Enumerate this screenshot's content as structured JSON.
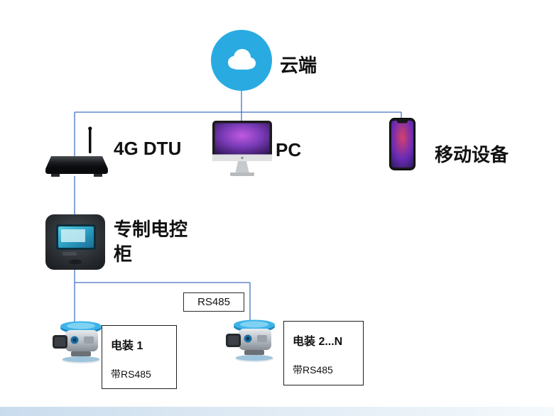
{
  "diagram": {
    "cloud": {
      "label": "云端",
      "icon": "cloud-icon"
    },
    "nodes": {
      "dtu": {
        "label": "4G DTU",
        "icon": "router-icon"
      },
      "pc": {
        "label": "PC",
        "icon": "imac-icon"
      },
      "mobile": {
        "label": "移动设备",
        "icon": "smartphone-icon"
      },
      "cabinet": {
        "label": "专制电控柜",
        "icon": "control-cabinet-icon"
      }
    },
    "bus": {
      "label": "RS485"
    },
    "actuators": [
      {
        "title": "电装 1",
        "subtitle": "带RS485",
        "icon": "actuator-icon"
      },
      {
        "title": "电装 2...N",
        "subtitle": "带RS485",
        "icon": "actuator-icon"
      }
    ],
    "colors": {
      "line": "#4472c4",
      "cloud": "#29abe2"
    }
  }
}
